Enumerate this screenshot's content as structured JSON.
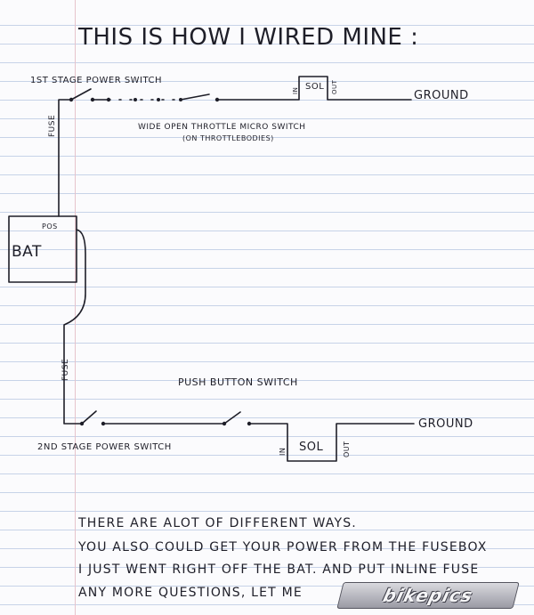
{
  "title": "THIS IS HOW I WIRED MINE :",
  "circuit_top": {
    "switch_label": "1ST STAGE POWER SWITCH",
    "fuse_label": "FUSE",
    "micro_switch_label_1": "WIDE OPEN THROTTLE MICRO SWITCH",
    "micro_switch_label_2": "(ON THROTTLEBODIES)",
    "sol_label": "SOL",
    "in_label": "IN",
    "out_label": "OUT",
    "ground_label": "GROUND"
  },
  "battery": {
    "label": "BAT",
    "pos_label": "POS"
  },
  "circuit_bottom": {
    "fuse_label": "FUSE",
    "push_button_label": "PUSH BUTTON SWITCH",
    "switch_label": "2ND STAGE POWER SWITCH",
    "sol_label": "SOL",
    "in_label": "IN",
    "out_label": "OUT",
    "ground_label": "GROUND"
  },
  "notes": [
    "THERE ARE ALOT OF DIFFERENT WAYS.",
    "YOU ALSO COULD GET YOUR POWER FROM THE FUSEBOX",
    "I  JUST WENT RIGHT OFF THE BAT. AND PUT INLINE FUSE",
    "ANY MORE QUESTIONS, LET ME"
  ],
  "watermark": "bikepics"
}
